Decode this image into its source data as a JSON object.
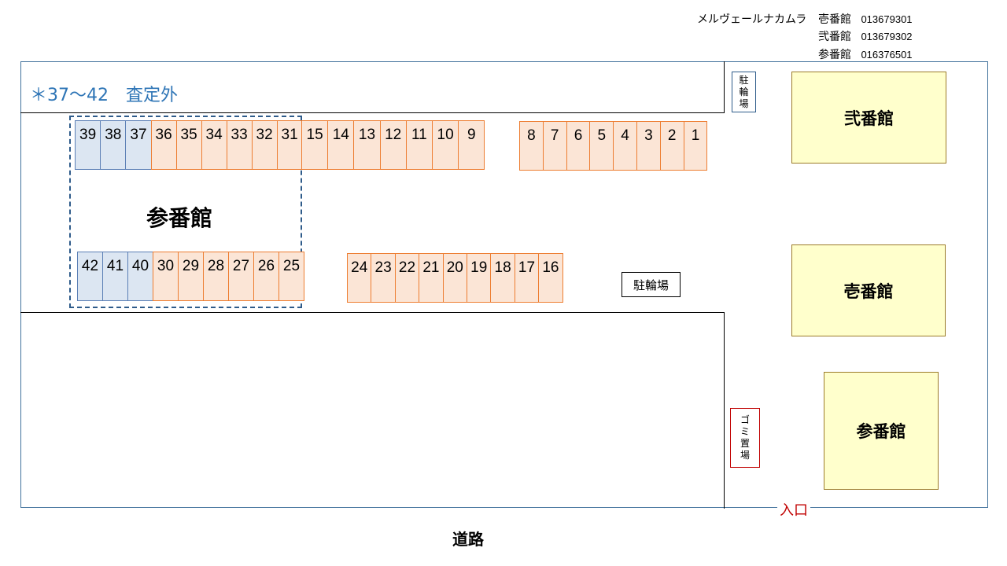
{
  "header": {
    "company": "メルヴェールナカムラ",
    "rows": [
      {
        "building": "壱番館",
        "code": "013679301"
      },
      {
        "building": "弐番館",
        "code": "013679302"
      },
      {
        "building": "参番館",
        "code": "016376501"
      }
    ]
  },
  "note": "＊37〜42　査定外",
  "zone_label": "参番館",
  "slots": {
    "top_left_excluded": [
      "39",
      "38",
      "37"
    ],
    "top_left": [
      "36",
      "35",
      "34",
      "33",
      "32",
      "31"
    ],
    "top_middle": [
      "15",
      "14",
      "13",
      "12",
      "11",
      "10",
      "9"
    ],
    "top_right": [
      "8",
      "7",
      "6",
      "5",
      "4",
      "3",
      "2",
      "1"
    ],
    "bottom_left_excluded": [
      "42",
      "41",
      "40"
    ],
    "bottom_left": [
      "30",
      "29",
      "28",
      "27",
      "26",
      "25"
    ],
    "bottom_middle": [
      "24",
      "23",
      "22",
      "21",
      "20",
      "19",
      "18",
      "17",
      "16"
    ]
  },
  "bicycle_parking": "駐輪場",
  "bicycle_parking_vertical": [
    "駐",
    "輪",
    "場"
  ],
  "garbage_vertical": [
    "ゴ",
    "ミ",
    "置",
    "場"
  ],
  "buildings": {
    "ni": "弐番館",
    "ichi": "壱番館",
    "san": "参番館"
  },
  "entrance": "入口",
  "road": "道路"
}
